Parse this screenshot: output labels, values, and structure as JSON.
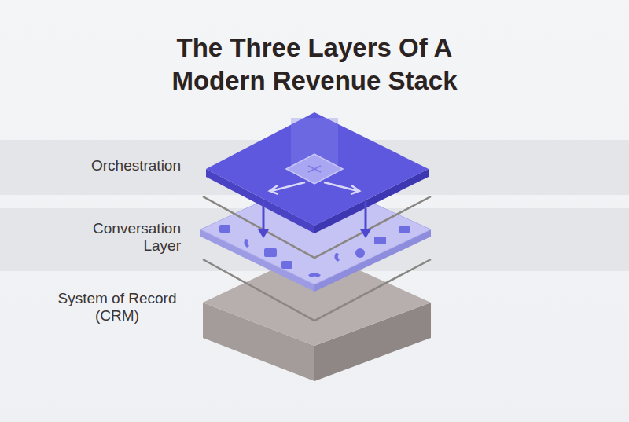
{
  "diagram": {
    "title": "The Three Layers Of A Modern Revenue Stack",
    "labels": [
      "Orchestration",
      "Conversation Layer",
      "System of Record (CRM)"
    ]
  }
}
